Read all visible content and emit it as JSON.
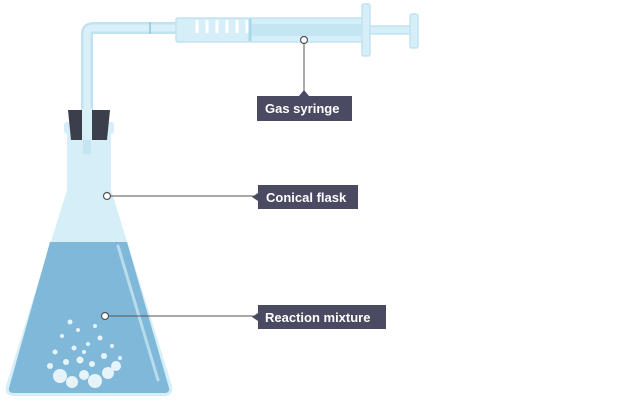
{
  "labels": {
    "gas_syringe": "Gas syringe",
    "conical_flask": "Conical flask",
    "reaction_mixture": "Reaction mixture"
  },
  "colors": {
    "glass": "#d6eef7",
    "glass_edge": "#bfe3f0",
    "liquid": "#7fb8d8",
    "liquid_dark": "#6aa5c9",
    "stopper": "#3a3f4b",
    "label_bg": "#4a4a63",
    "leader": "#555555"
  }
}
